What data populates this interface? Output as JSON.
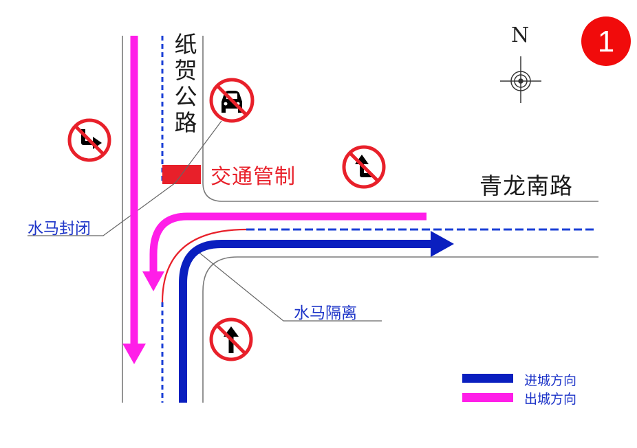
{
  "map": {
    "vertical_road_name": "纸贺公路",
    "horizontal_road_name": "青龙南路",
    "traffic_control_label": "交通管制",
    "barrier_closed_label": "水马封闭",
    "barrier_separation_label": "水马隔离",
    "north_label": "N",
    "diagram_number": "1",
    "signs": [
      {
        "name": "no-right-turn-sign"
      },
      {
        "name": "no-motor-vehicles-sign"
      },
      {
        "name": "no-left-turn-sign"
      },
      {
        "name": "no-straight-ahead-sign"
      }
    ],
    "legend": [
      {
        "label": "进城方向",
        "color": "#0a1fbf"
      },
      {
        "label": "出城方向",
        "color": "#ff1ee8"
      }
    ],
    "colors": {
      "inbound": "#0a1fbf",
      "outbound": "#ff1ee8",
      "barrier_red": "#e8202a",
      "road_edge": "#7a7a7a",
      "lane_dash": "#1a3fd6"
    }
  }
}
